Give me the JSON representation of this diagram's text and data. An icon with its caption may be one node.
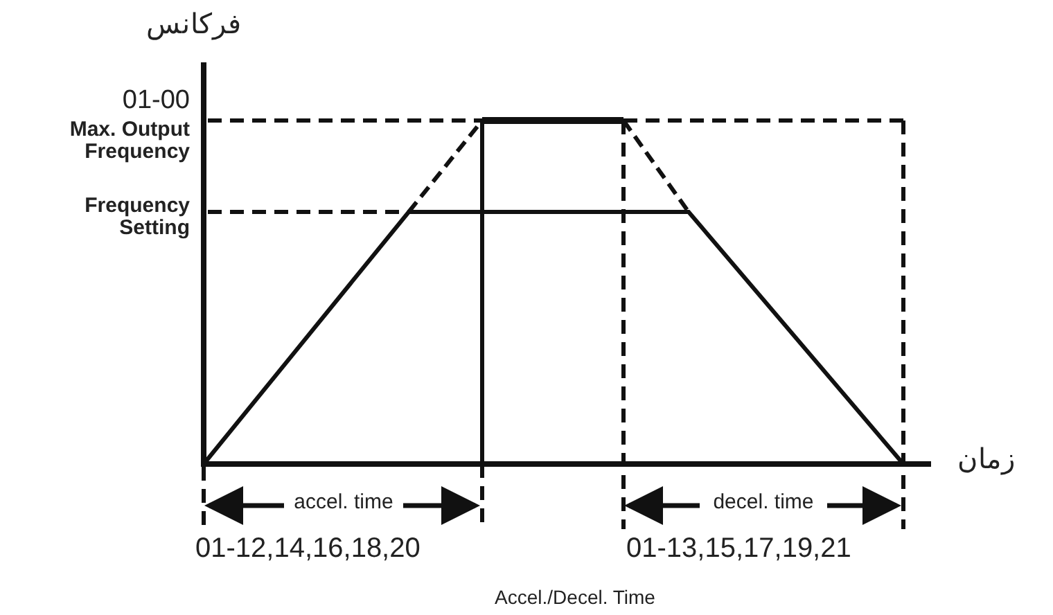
{
  "diagram": {
    "caption": "Accel./Decel. Time",
    "labels": [
      "فرکانس",
      "01-00",
      "Max. Output Frequency",
      "Frequency Setting",
      "زمان",
      "accel. time",
      "decel. time",
      "01-12,14,16,18,20",
      "01-13,15,17,19,21"
    ]
  }
}
